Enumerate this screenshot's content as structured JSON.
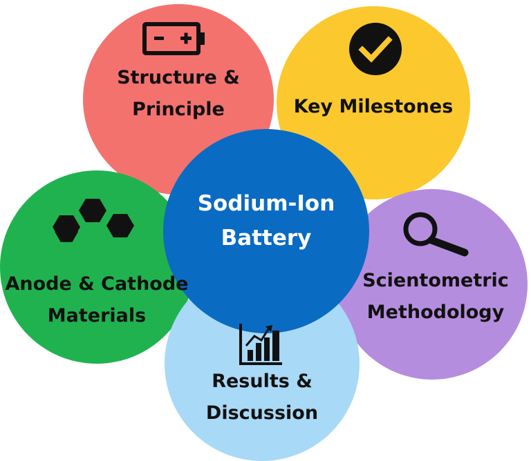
{
  "center": {
    "lines": [
      "Sodium-Ion",
      "Battery"
    ],
    "color": "#0a6bc2",
    "text_color": "#ffffff"
  },
  "topics": {
    "structure": {
      "lines": [
        "Structure &",
        "Principle"
      ],
      "color": "#f4726e",
      "icon": "battery-icon"
    },
    "milestones": {
      "lines": [
        "Key Milestones"
      ],
      "color": "#fbc82e",
      "icon": "checkmark-icon"
    },
    "anode": {
      "lines": [
        "Anode & Cathode",
        "Materials"
      ],
      "color": "#20b24f",
      "icon": "hexagons-icon"
    },
    "scientometric": {
      "lines": [
        "Scientometric",
        "Methodology"
      ],
      "color": "#b58ddf",
      "icon": "magnifier-icon"
    },
    "results": {
      "lines": [
        "Results &",
        "Discussion"
      ],
      "color": "#a8d9f6",
      "icon": "growth-chart-icon"
    }
  }
}
